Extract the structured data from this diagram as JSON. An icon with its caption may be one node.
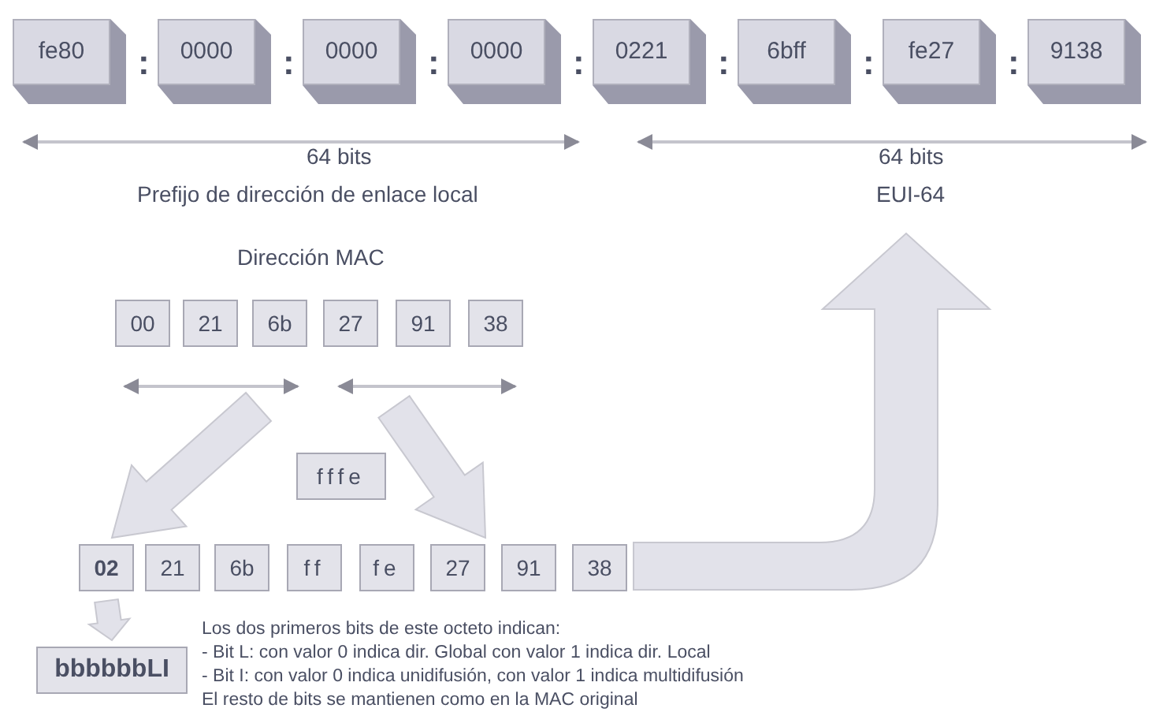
{
  "diagram": {
    "nodes": [
      {
        "text": [
          "fe80"
        ]
      },
      {
        "text": [
          "0000"
        ]
      },
      {
        "text": [
          "0000"
        ]
      },
      {
        "text": [
          "0000"
        ]
      },
      {
        "text": [
          "0221"
        ]
      },
      {
        "text": [
          "6bff"
        ]
      },
      {
        "text": [
          "fe27"
        ]
      },
      {
        "text": [
          "9138"
        ]
      },
      {
        "text": [
          "00"
        ]
      },
      {
        "text": [
          "21"
        ]
      },
      {
        "text": [
          "6b"
        ]
      },
      {
        "text": [
          "27"
        ]
      },
      {
        "text": [
          "91"
        ]
      },
      {
        "text": [
          "38"
        ]
      },
      {
        "text": [
          "fffe"
        ]
      },
      {
        "text": [
          "02"
        ]
      },
      {
        "text": [
          "21"
        ]
      },
      {
        "text": [
          "6b"
        ]
      },
      {
        "text": [
          "ff"
        ]
      },
      {
        "text": [
          "fe"
        ]
      },
      {
        "text": [
          "27"
        ]
      },
      {
        "text": [
          "91"
        ]
      },
      {
        "text": [
          "38"
        ]
      },
      {
        "text": [
          "bbbbbbLI"
        ]
      }
    ],
    "edges": [
      {
        "from": null,
        "to": 15,
        "arrow": "to"
      },
      {
        "from": null,
        "to": 20,
        "arrow": "to"
      },
      {
        "from": 22,
        "to": null,
        "arrow": "to"
      },
      {
        "from": 15,
        "to": 23,
        "arrow": "to"
      }
    ],
    "labels": [
      ":",
      ":",
      ":",
      ":",
      ":",
      ":",
      ":",
      "64 bits",
      "Prefijo de dirección de enlace local",
      "64 bits",
      "EUI-64",
      "Dirección MAC",
      "Los dos primeros bits de este octeto indican:",
      "- Bit L: con valor 0 indica dir. Global con valor 1 indica dir. Local",
      "- Bit I: con valor 0 indica unidifusión, con valor 1 indica multidifusión",
      "El resto de bits se mantienen como en la MAC original"
    ]
  }
}
